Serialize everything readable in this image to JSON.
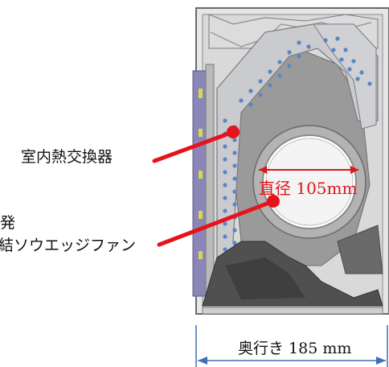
{
  "labels": {
    "heat_exchanger": "室内熱交換器",
    "fan_line1": "発",
    "fan_line2": "結ソウエッジファン",
    "diameter": "直径 105mm",
    "depth": "奥行き 185 mm"
  },
  "colors": {
    "leader": "#e8121c",
    "dimension_red": "#e0141d",
    "dimension_blue": "#3f6fb4",
    "casing_gray": "#8a8a8a",
    "heat_exchanger_fill": "#c9cbce",
    "fan_gray": "#9a9a9a",
    "dark_body": "#505050"
  }
}
